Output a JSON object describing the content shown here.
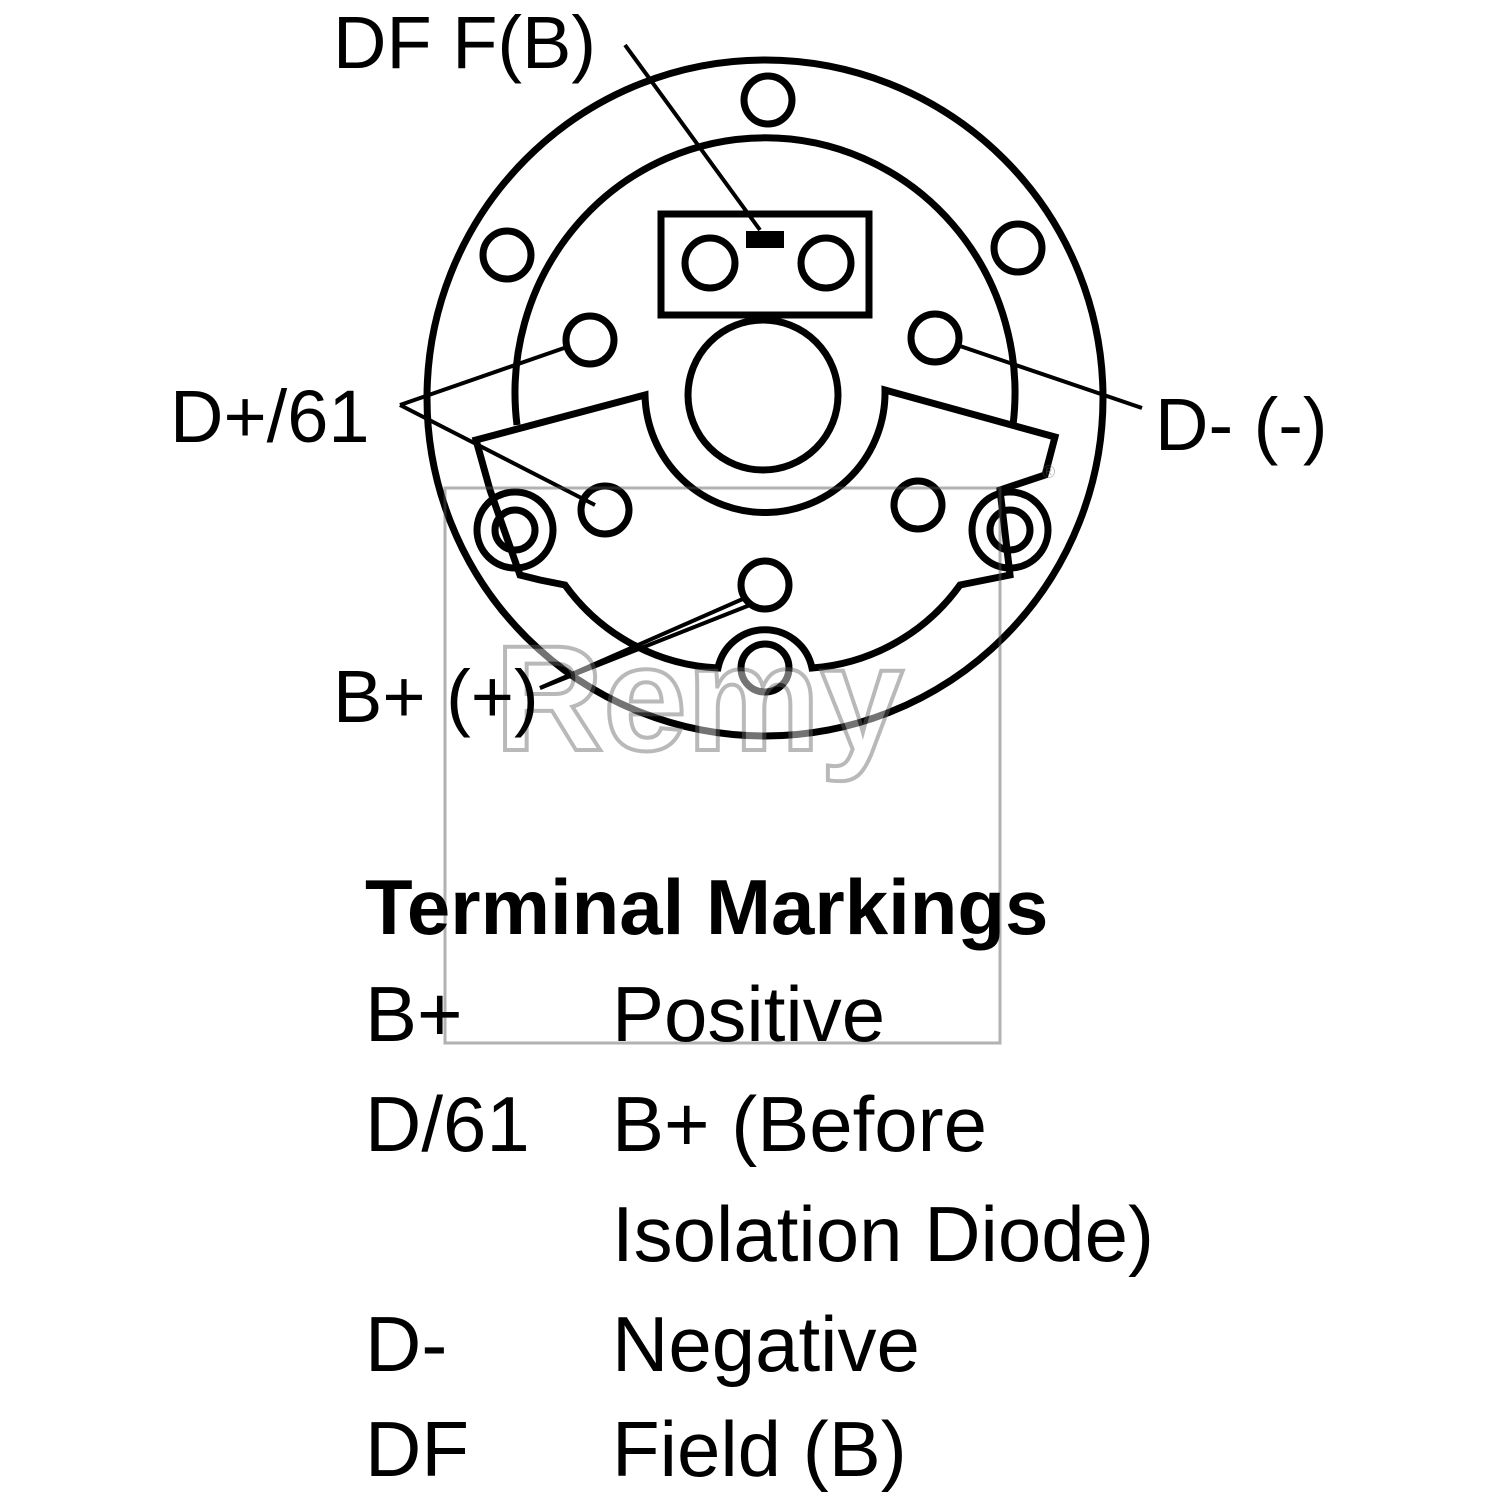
{
  "diagram": {
    "labels": {
      "df": "DF F(B)",
      "d_plus": "D+/61",
      "d_minus": "D- (-)",
      "b_plus": "B+ (+)"
    },
    "watermark": "Remy",
    "registered_mark": "®"
  },
  "legend": {
    "title": "Terminal Markings",
    "rows": [
      {
        "code": "B+",
        "desc": "Positive"
      },
      {
        "code": "D/61",
        "desc": "B+ (Before"
      },
      {
        "code": "",
        "desc": "Isolation Diode)"
      },
      {
        "code": "D-",
        "desc": "Negative"
      },
      {
        "code": "DF",
        "desc": "Field (B)"
      }
    ]
  }
}
